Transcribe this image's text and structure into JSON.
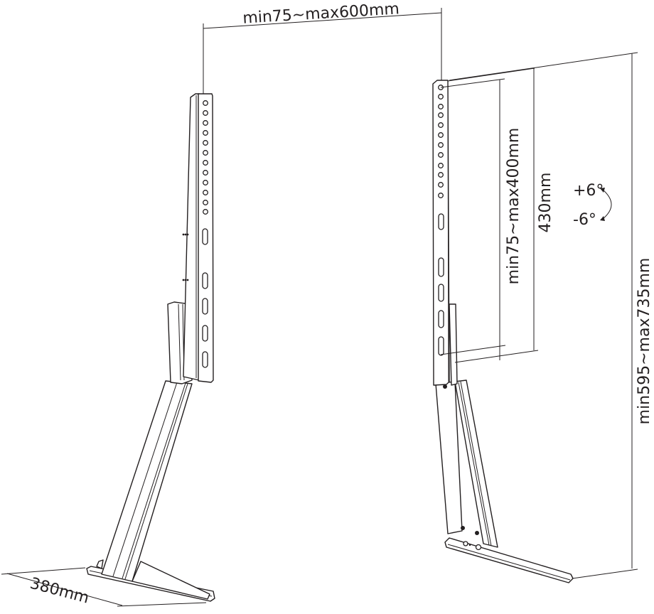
{
  "diagram": {
    "subject": "TV stand legs with VESA brackets",
    "line_color": "#231f20",
    "background": "#ffffff",
    "dimensions": {
      "bracket_spacing": "min75~max600mm",
      "vesa_vertical": "min75~max400mm",
      "bracket_height": "430mm",
      "total_height": "min595~max735mm",
      "base_depth": "380mm"
    },
    "tilt": {
      "up": "+6°",
      "down": "-6°"
    }
  }
}
